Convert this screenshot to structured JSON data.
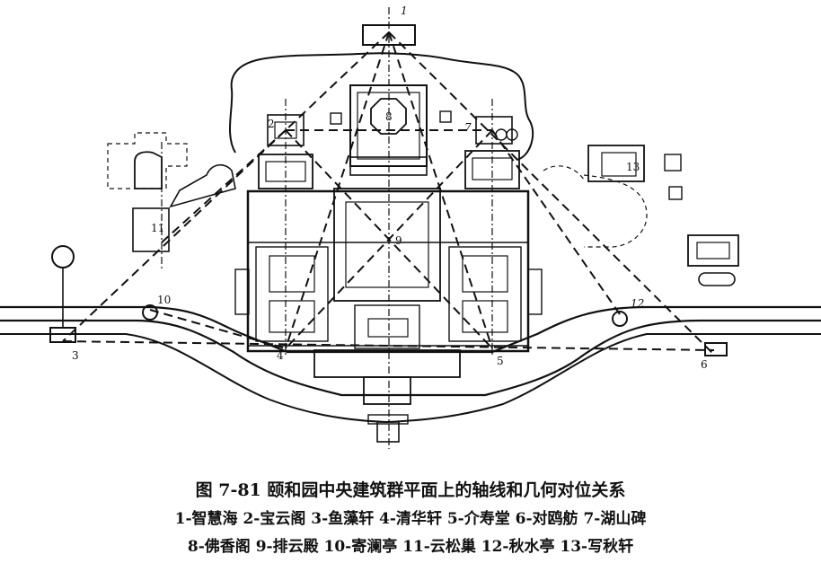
{
  "figure": {
    "title": "图 7-81   颐和园中央建筑群平面上的轴线和几何对位关系",
    "legend_line_1": "1-智慧海   2-宝云阁   3-鱼藻轩   4-清华轩   5-介寿堂   6-对鸥舫   7-湖山碑",
    "legend_line_2": "8-佛香阁   9-排云殿   10-寄澜亭   11-云松巢   12-秋水亭   13-写秋轩"
  },
  "markers": {
    "m1": "1",
    "m2": "2",
    "m3": "3",
    "m4": "4",
    "m5": "5",
    "m6": "6",
    "m7": "7",
    "m8": "8",
    "m9": "9",
    "m10": "10",
    "m11": "11",
    "m12": "12",
    "m13": "13"
  }
}
